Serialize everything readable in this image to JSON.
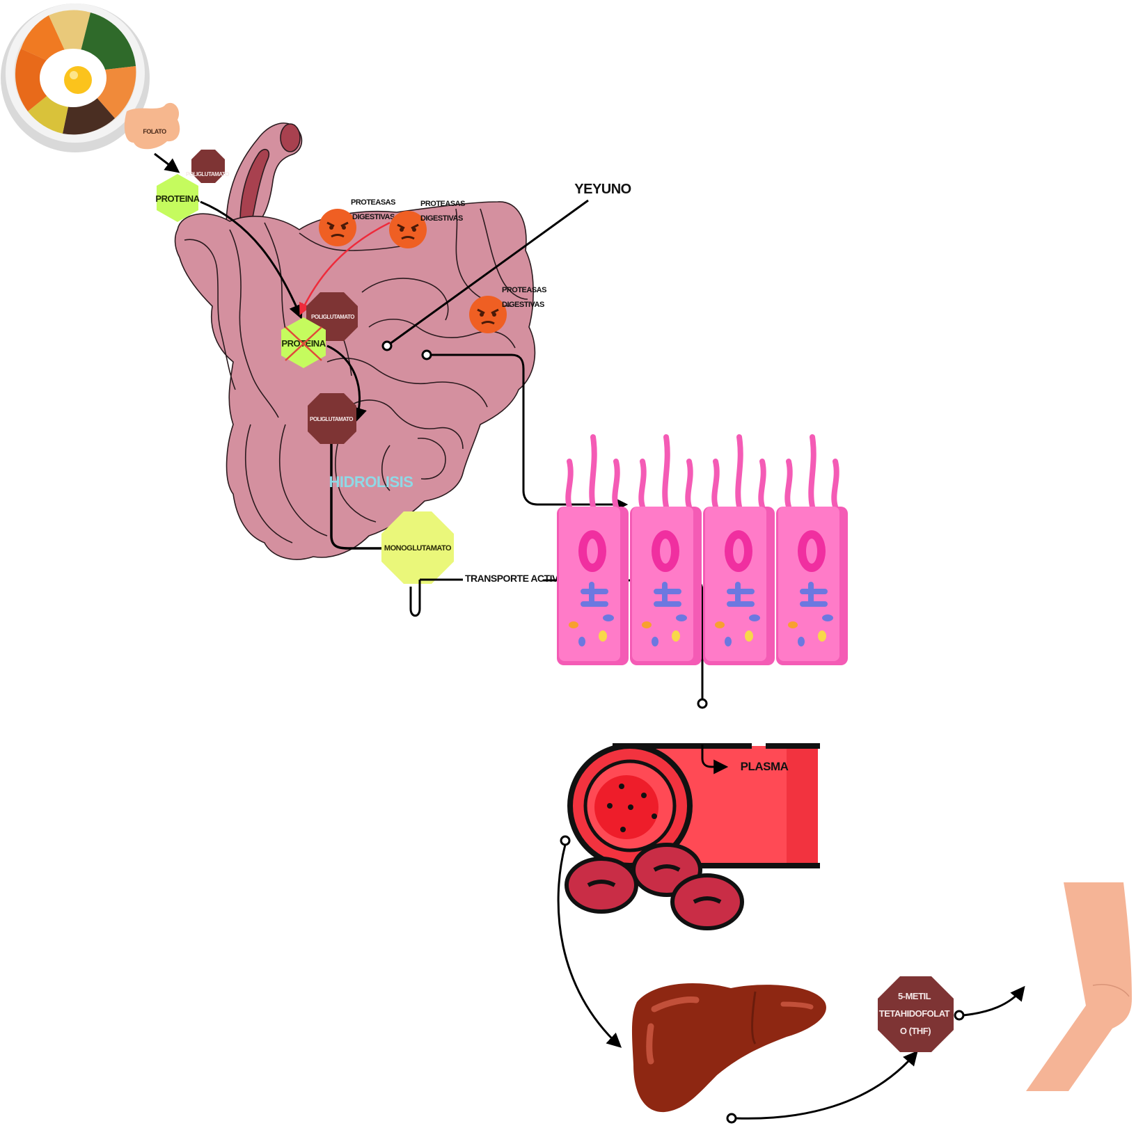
{
  "labels": {
    "folato": "FOLATO",
    "poliglutamato_1": "POLIGLUTAMATO",
    "proteina_1": "PROTEINA",
    "proteasas_1": [
      "PROTEASAS",
      "DIGESTIVAS"
    ],
    "proteasas_2": [
      "PROTEASAS",
      "DIGESTIVAS"
    ],
    "proteasas_3": [
      "PROTEASAS",
      "DIGESTIVAS"
    ],
    "yeyuno": "YEYUNO",
    "poliglutamato_2": "POLIGLUTAMATO",
    "proteina_2": "PROTEINA",
    "poliglutamato_3": "POLIGLUTAMATO",
    "hidrolisis": "HIDROLISIS",
    "monoglutamato": "MONOGLUTAMATO",
    "transporte_activo": "TRANSPORTE ACTIVO",
    "plasma": "PLASMA",
    "thf": [
      "5-METIL",
      "TETAHIDOFOLAT",
      "O (THF)"
    ]
  },
  "colors": {
    "intestine": "#d4909f",
    "intestine_outline": "#2a1a1e",
    "polyglutamate": "#7e3434",
    "protein": "#c5fb5e",
    "monoglutamate": "#eaf77a",
    "folato_blob": "#f6b78e",
    "protease_face": "#ef5f23",
    "hidrolisis_text": "#8fd9e6",
    "cell_pink": "#ff7bc8",
    "cell_dark": "#f45bb5",
    "vessel_red": "#ff4a55",
    "blood_cell": "#c92d46",
    "liver": "#8e2712",
    "thf_octagon": "#7e3434",
    "arm_skin": "#f5b496",
    "arrow_red": "#ee2b3b"
  }
}
